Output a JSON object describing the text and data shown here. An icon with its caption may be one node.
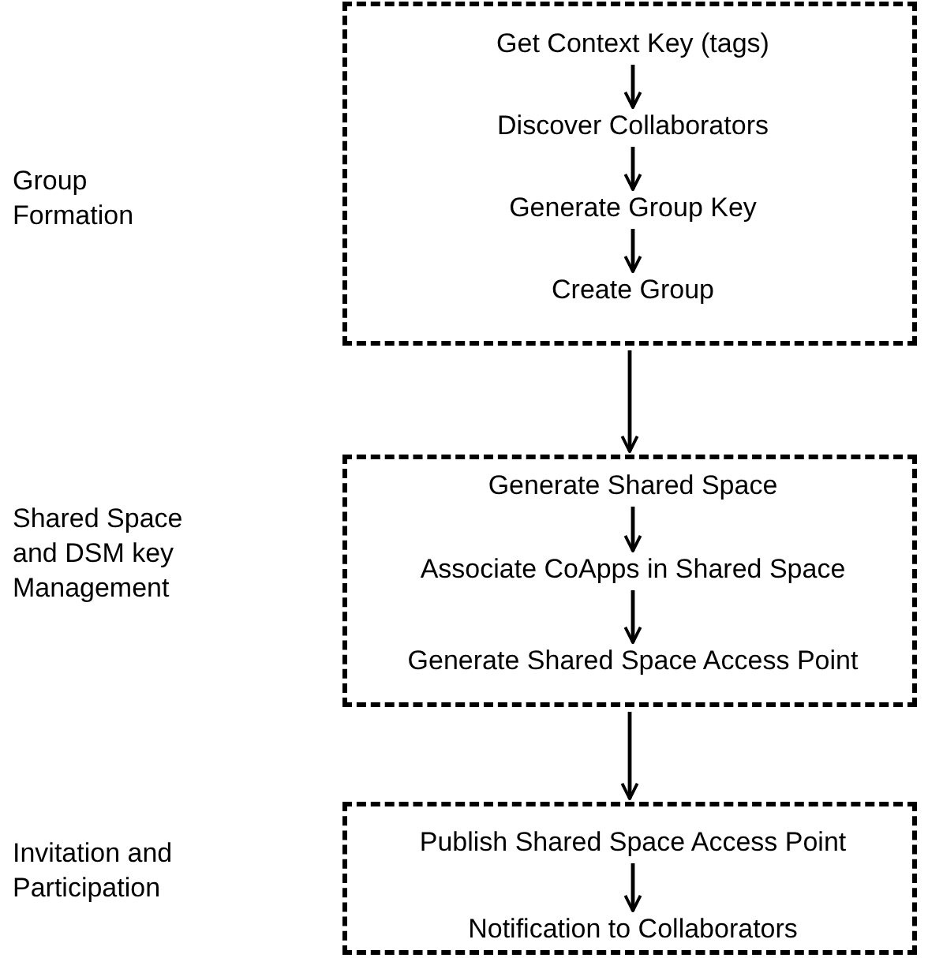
{
  "diagram": {
    "nodes": [
      {
        "text": [],
        "shape": "box"
      },
      {
        "text": [
          "Get Context Key (tags)"
        ],
        "in": 0
      },
      {
        "text": [
          "Discover Collaborators"
        ],
        "in": 0
      },
      {
        "text": [
          "Generate Group Key"
        ],
        "in": 0
      },
      {
        "text": [
          "Create Group"
        ],
        "in": 0
      },
      {
        "text": [],
        "shape": "box"
      },
      {
        "text": [
          "Generate Shared Space"
        ],
        "in": 5
      },
      {
        "text": [
          "Associate CoApps in Shared Space"
        ],
        "in": 5
      },
      {
        "text": [
          "Generate Shared Space Access Point"
        ],
        "in": 5
      },
      {
        "text": [],
        "shape": "box"
      },
      {
        "text": [
          "Publish Shared Space Access Point"
        ],
        "in": 9
      },
      {
        "text": [
          "Notification to Collaborators"
        ],
        "in": 9
      }
    ],
    "edges": [
      {
        "from": 1,
        "to": 2,
        "arrow": "to"
      },
      {
        "from": 2,
        "to": 3,
        "arrow": "to"
      },
      {
        "from": 3,
        "to": 4,
        "arrow": "to"
      },
      {
        "from": 0,
        "to": 5,
        "arrow": "to"
      },
      {
        "from": 6,
        "to": 7,
        "arrow": "to"
      },
      {
        "from": 7,
        "to": 8,
        "arrow": "to"
      },
      {
        "from": 5,
        "to": 9,
        "arrow": "to"
      },
      {
        "from": 10,
        "to": 11,
        "arrow": "to"
      }
    ],
    "labels": [
      "Group Formation",
      "Shared Space and DSM key Management",
      "Invitation and Participation"
    ]
  }
}
